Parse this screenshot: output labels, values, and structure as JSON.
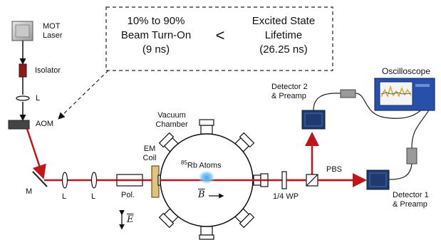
{
  "callout": {
    "left": [
      "10% to 90%",
      "Beam Turn-On",
      "(9 ns)"
    ],
    "comparator": "<",
    "right": [
      "Excited State",
      "Lifetime",
      "(26.25 ns)"
    ]
  },
  "labels": {
    "mot_laser": [
      "MOT",
      "Laser"
    ],
    "isolator": "Isolator",
    "lens_vertical": "L",
    "aom": "AOM",
    "mirror": "M",
    "lens1": "L",
    "lens2": "L",
    "polarizer": "Pol.",
    "em_coil": [
      "EM",
      "Coil"
    ],
    "vacuum_chamber": [
      "Vacuum",
      "Chamber"
    ],
    "atoms_sup": "85",
    "atoms": "Rb Atoms",
    "b_field": "B",
    "e_field": "E",
    "wave_plate": "1/4 WP",
    "pbs": "PBS",
    "detector2": [
      "Detector 2",
      "& Preamp"
    ],
    "detector1": [
      "Detector 1",
      "& Preamp"
    ],
    "oscilloscope": "Oscilloscope"
  },
  "colors": {
    "beam": "#c0161b",
    "detector": "#1f3a6e",
    "oscilloscope": "#2850a8",
    "isolator": "#8b1a1a",
    "coil": "#e1c27e",
    "atoms": "#5ab4f0"
  }
}
